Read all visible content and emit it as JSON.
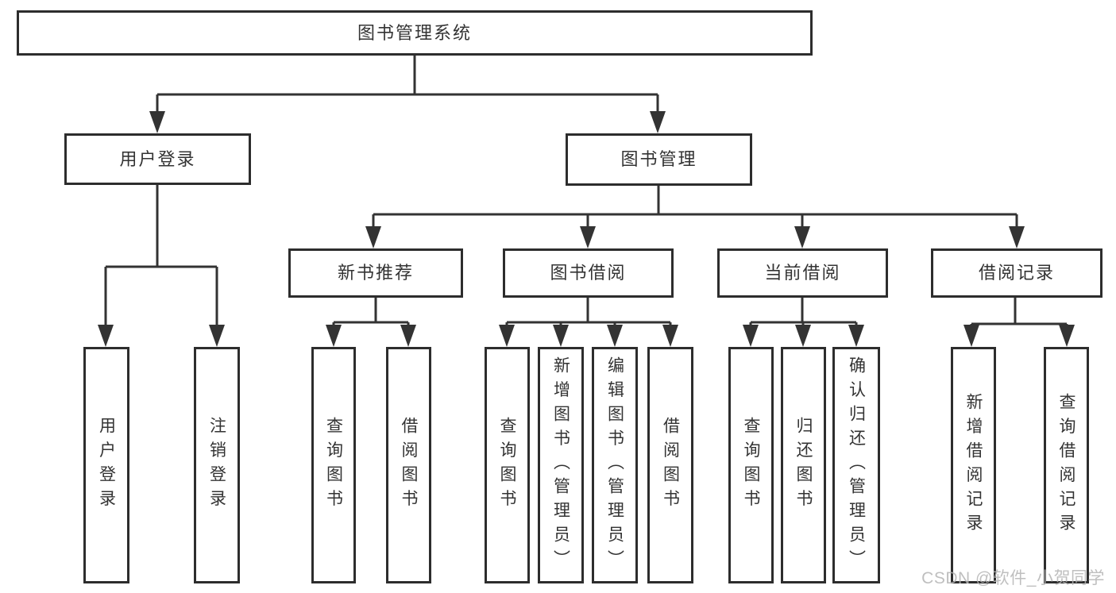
{
  "colors": {
    "line": "#333333",
    "box_border": "#2d2d2d",
    "text": "#333333",
    "watermark": "#b5b5b5",
    "background": "#ffffff"
  },
  "tree": {
    "root": {
      "label": "图书管理系统"
    },
    "login": {
      "label": "用户登录",
      "children": [
        {
          "label": "用户登录"
        },
        {
          "label": "注销登录"
        }
      ]
    },
    "management": {
      "label": "图书管理",
      "children": [
        {
          "label": "新书推荐",
          "children": [
            {
              "label": "查询图书"
            },
            {
              "label": "借阅图书"
            }
          ]
        },
        {
          "label": "图书借阅",
          "children": [
            {
              "label": "查询图书"
            },
            {
              "label": "新增图书（管理员）"
            },
            {
              "label": "编辑图书（管理员）"
            },
            {
              "label": "借阅图书"
            }
          ]
        },
        {
          "label": "当前借阅",
          "children": [
            {
              "label": "查询图书"
            },
            {
              "label": "归还图书"
            },
            {
              "label": "确认归还（管理员）"
            }
          ]
        },
        {
          "label": "借阅记录",
          "children": [
            {
              "label": "新增借阅记录"
            },
            {
              "label": "查询借阅记录"
            }
          ]
        }
      ]
    }
  },
  "watermark": {
    "text": "CSDN @软件_小贺同学"
  }
}
